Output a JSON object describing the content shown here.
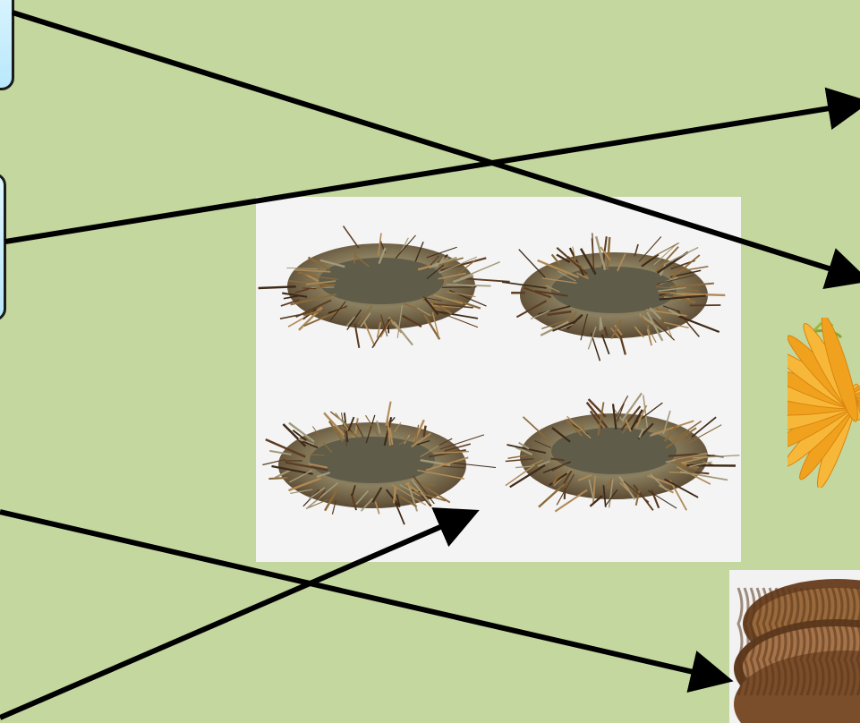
{
  "diagram": {
    "boxes": [
      {
        "id": "top-left-box",
        "label": ""
      },
      {
        "id": "mid-left-box",
        "label": ""
      }
    ],
    "images": [
      {
        "id": "nests",
        "icon": "bird-nest-image",
        "count": 4
      },
      {
        "id": "flower",
        "icon": "orange-flower-image"
      },
      {
        "id": "rope",
        "icon": "coiled-rope-image"
      }
    ],
    "colors": {
      "background": "#c3d79e",
      "arrow": "#000000",
      "box_fill": "#c6ecfb"
    }
  }
}
